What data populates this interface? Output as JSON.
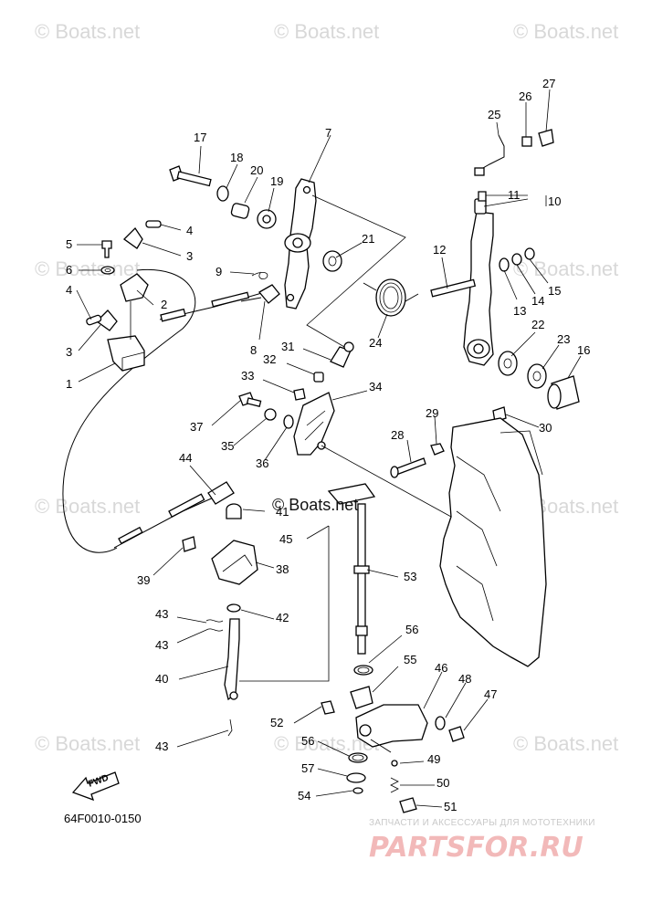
{
  "watermarks": [
    "© Boats.net",
    "© Boats.net",
    "© Boats.net",
    "© Boats.net",
    "© Boats.net",
    "© Boats.net",
    "© Boats.net",
    "© Boats.net",
    "© Boats.net",
    "© Boats.net"
  ],
  "center_watermark": "© Boats.net",
  "diagram_code": "64F0010-0150",
  "fwd_label": "FWD",
  "shop_logo": {
    "subtitle": "ЗАПЧАСТИ И АКСЕССУАРЫ ДЛЯ МОТОТЕХНИКИ",
    "name": "PARTSFOR.RU",
    "color": "#e88080"
  },
  "callouts": [
    "1",
    "2",
    "3",
    "4",
    "5",
    "6",
    "7",
    "8",
    "9",
    "10",
    "11",
    "12",
    "13",
    "14",
    "15",
    "16",
    "17",
    "18",
    "19",
    "20",
    "21",
    "22",
    "23",
    "24",
    "25",
    "26",
    "27",
    "28",
    "29",
    "30",
    "31",
    "32",
    "33",
    "34",
    "35",
    "36",
    "37",
    "38",
    "39",
    "40",
    "41",
    "42",
    "43",
    "43",
    "43",
    "44",
    "45",
    "46",
    "47",
    "48",
    "49",
    "50",
    "51",
    "52",
    "53",
    "54",
    "55",
    "56",
    "56",
    "57",
    "3",
    "4"
  ]
}
